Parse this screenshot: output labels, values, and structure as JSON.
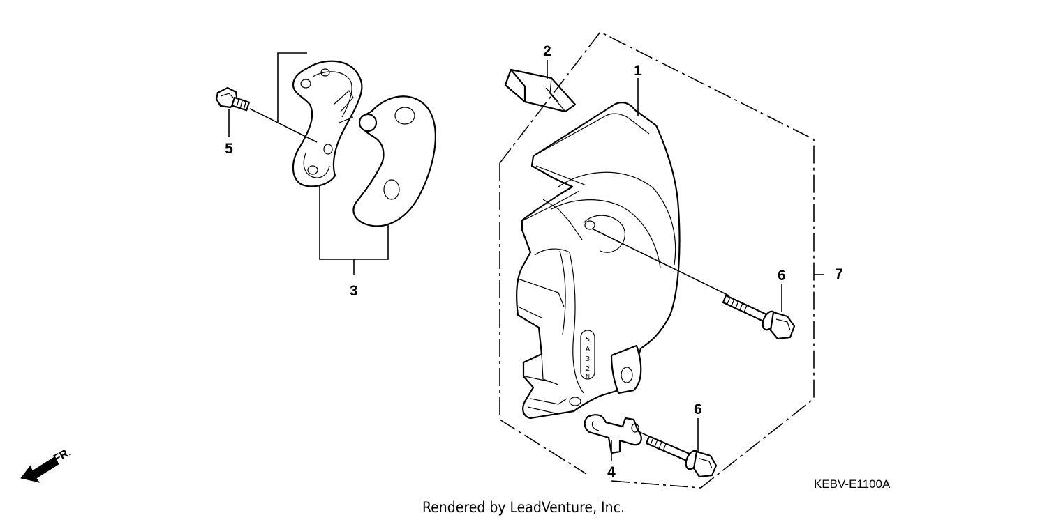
{
  "diagram": {
    "callouts": {
      "p1": "1",
      "p2": "2",
      "p3": "3",
      "p4": "4",
      "p5": "5",
      "p6a": "6",
      "p6b": "6",
      "p7": "7"
    },
    "front_arrow_label": "FR.",
    "diagram_code": "KEBV-E1100A"
  },
  "footer": {
    "credit": "Rendered by LeadVenture, Inc."
  }
}
